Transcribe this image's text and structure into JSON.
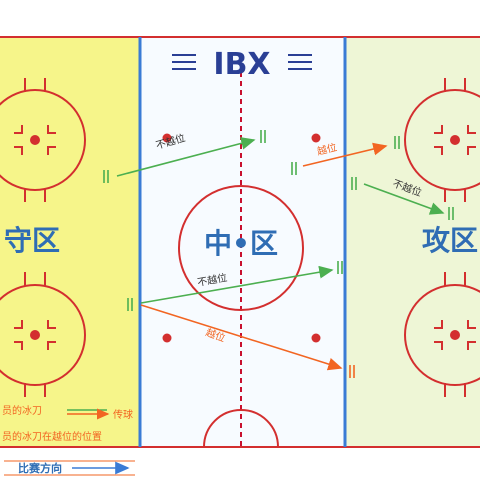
{
  "logo_text": "IBX",
  "zones": {
    "defense": "守区",
    "neutral": "中•区",
    "attack": "攻区"
  },
  "annotations": {
    "not_offside_top": "不越位",
    "offside_top": "越位",
    "not_offside_right": "不越位",
    "not_offside_center": "不越位",
    "offside_center": "越位"
  },
  "legend": {
    "skate_label": "员的冰刀",
    "pass_label": "传球",
    "offside_position_label": "员的冰刀在越位的位置",
    "direction_label": "比赛方向"
  },
  "colors": {
    "defense_zone": "#f6f58a",
    "neutral_zone": "#f7fbff",
    "attack_zone": "#eef6d6",
    "blue_line": "#3a7bd5",
    "red_line": "#c8102e",
    "circle": "#d32f2f",
    "logo": "#2a3f95",
    "pass_arrow_green": "#4caf50",
    "pass_arrow_orange": "#f26522",
    "zone_text": "#2f6db4"
  }
}
